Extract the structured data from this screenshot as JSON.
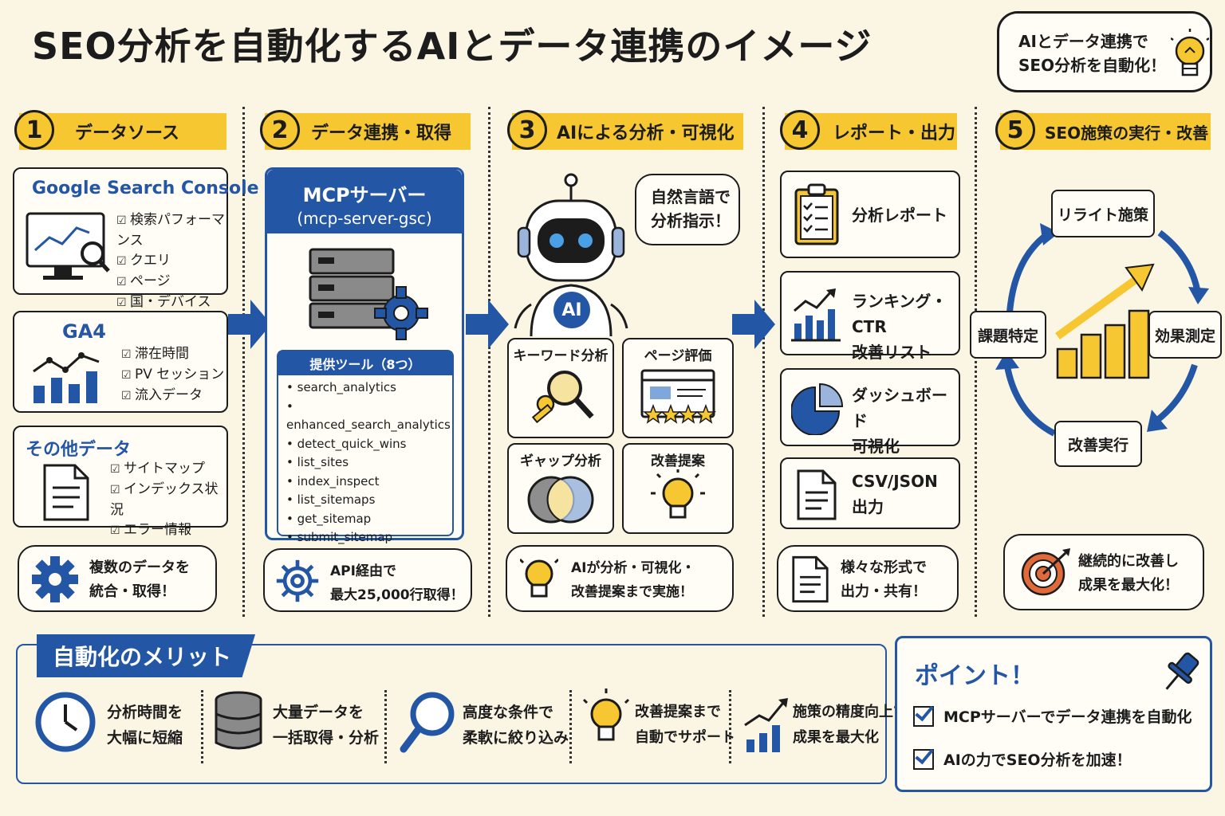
{
  "title": "SEO分析を自動化するAIとデータ連携のイメージ",
  "top_bubble": {
    "line1": "AIとデータ連携で",
    "line2": "SEO分析を自動化！"
  },
  "steps": [
    {
      "num": "1",
      "label": "データソース"
    },
    {
      "num": "2",
      "label": "データ連携・取得"
    },
    {
      "num": "3",
      "label": "AIによる分析・可視化"
    },
    {
      "num": "4",
      "label": "レポート・出力"
    },
    {
      "num": "5",
      "label": "SEO施策の実行・改善"
    }
  ],
  "sources": {
    "gsc": {
      "title": "Google Search Console",
      "items": [
        "検索パフォーマンス",
        "クエリ",
        "ページ",
        "国・デバイス"
      ]
    },
    "ga4": {
      "title": "GA4",
      "items": [
        "滞在時間",
        "PV セッション",
        "流入データ"
      ]
    },
    "other": {
      "title": "その他データ",
      "items": [
        "サイトマップ",
        "インデックス状況",
        "エラー情報"
      ]
    },
    "note": {
      "line1": "複数のデータを",
      "line2": "統合・取得！"
    }
  },
  "mcp": {
    "title": "MCPサーバー",
    "subtitle": "(mcp-server-gsc)",
    "tools_title": "提供ツール（8つ）",
    "tools": [
      "search_analytics",
      "enhanced_search_analytics",
      "detect_quick_wins",
      "list_sites",
      "index_inspect",
      "list_sitemaps",
      "get_sitemap",
      "submit_sitemap"
    ],
    "note": {
      "line1": "API経由で",
      "line2": "最大25,000行取得！"
    }
  },
  "ai": {
    "speech": {
      "line1": "自然言語で",
      "line2": "分析指示！"
    },
    "badge": "AI",
    "cards": [
      "キーワード分析",
      "ページ評価",
      "ギャップ分析",
      "改善提案"
    ],
    "note": {
      "line1": "AIが分析・可視化・",
      "line2": "改善提案まで実施！"
    }
  },
  "reports": {
    "items": [
      {
        "line1": "分析レポート",
        "line2": ""
      },
      {
        "line1": "ランキング・CTR",
        "line2": "改善リスト"
      },
      {
        "line1": "ダッシュボード",
        "line2": "可視化"
      },
      {
        "line1": "CSV/JSON",
        "line2": "出力"
      }
    ],
    "note": {
      "line1": "様々な形式で",
      "line2": "出力・共有！"
    }
  },
  "cycle": {
    "items": [
      "リライト施策",
      "効果測定",
      "改善実行",
      "課題特定"
    ],
    "note": {
      "line1": "継続的に改善し",
      "line2": "成果を最大化！"
    }
  },
  "merits": {
    "title": "自動化のメリット",
    "items": [
      {
        "line1": "分析時間を",
        "line2": "大幅に短縮"
      },
      {
        "line1": "大量データを",
        "line2": "一括取得・分析"
      },
      {
        "line1": "高度な条件で",
        "line2": "柔軟に絞り込み"
      },
      {
        "line1": "改善提案まで",
        "line2": "自動でサポート"
      },
      {
        "line1": "施策の精度向上で",
        "line2": "成果を最大化"
      }
    ]
  },
  "points": {
    "title": "ポイント！",
    "items": [
      "MCPサーバーでデータ連携を自動化",
      "AIの力でSEO分析を加速！"
    ]
  },
  "colors": {
    "accent_yellow": "#f6c731",
    "accent_blue": "#2456a6",
    "background": "#fbf5e4"
  }
}
